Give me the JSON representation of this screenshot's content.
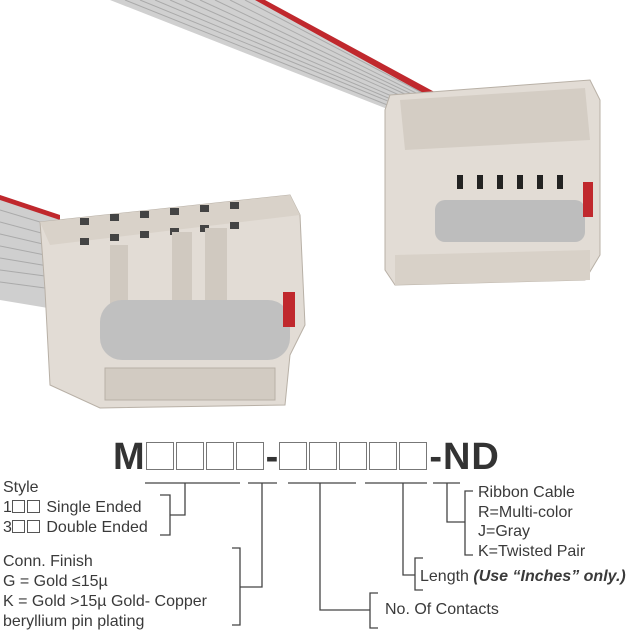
{
  "part_number": {
    "prefix": "M",
    "separator": "-",
    "suffix": "-ND"
  },
  "style": {
    "title": "Style",
    "options": [
      {
        "code": "1",
        "label": "Single Ended"
      },
      {
        "code": "3",
        "label": "Double Ended"
      }
    ]
  },
  "finish": {
    "title": "Conn. Finish",
    "line1": "G = Gold ≤15µ",
    "line2": "K = Gold >15µ Gold- Copper",
    "line3": "beryllium pin plating"
  },
  "contacts": {
    "label": "No. Of Contacts"
  },
  "length": {
    "label": "Length",
    "note": "(Use “Inches” only.)"
  },
  "cable": {
    "title": "Ribbon Cable",
    "options": [
      "R=Multi-color",
      "J=Gray",
      "K=Twisted Pair"
    ]
  },
  "colors": {
    "cable": "#c8c8c8",
    "stripe": "#c0282d",
    "connector": "#e2dcd5",
    "text": "#3a3a3a"
  }
}
